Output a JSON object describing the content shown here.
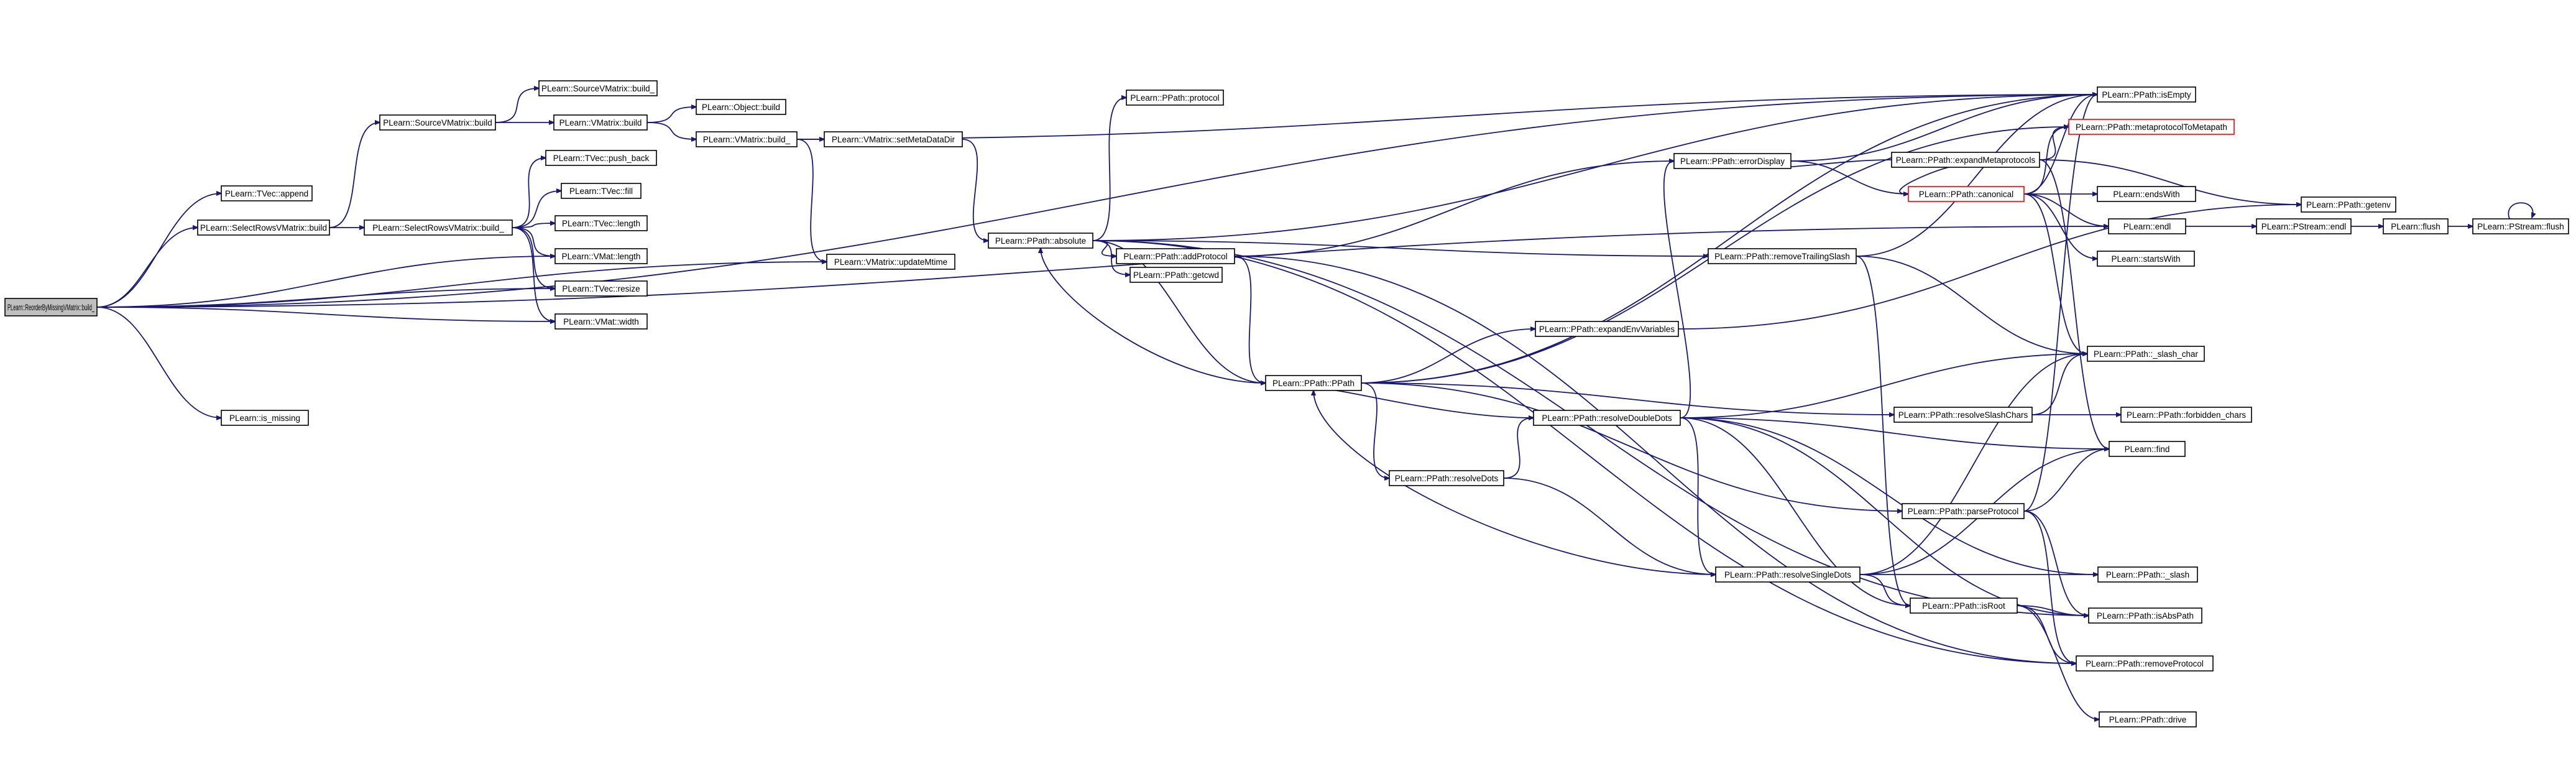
{
  "colors": {
    "edge": "#191970",
    "node_border": "#000000",
    "root_fill": "#bfbfbf",
    "highlight_border": "#ff0000",
    "background": "#ffffff"
  },
  "nodes": [
    {
      "id": "root",
      "label": "PLearn::ReorderByMissingVMatrix::build_",
      "root": true
    },
    {
      "id": "tvec_append",
      "label": "PLearn::TVec::append"
    },
    {
      "id": "selrows_build",
      "label": "PLearn::SelectRowsVMatrix::build"
    },
    {
      "id": "vmat_length",
      "label": "PLearn::VMat::length"
    },
    {
      "id": "tvec_resize",
      "label": "PLearn::TVec::resize"
    },
    {
      "id": "vmat_width",
      "label": "PLearn::VMat::width"
    },
    {
      "id": "is_missing",
      "label": "PLearn::is_missing"
    },
    {
      "id": "source_build",
      "label": "PLearn::SourceVMatrix::build"
    },
    {
      "id": "selrows_build_",
      "label": "PLearn::SelectRowsVMatrix::build_"
    },
    {
      "id": "source_build_",
      "label": "PLearn::SourceVMatrix::build_"
    },
    {
      "id": "vmatrix_build",
      "label": "PLearn::VMatrix::build"
    },
    {
      "id": "object_build",
      "label": "PLearn::Object::build"
    },
    {
      "id": "vmatrix_build_",
      "label": "PLearn::VMatrix::build_"
    },
    {
      "id": "tvec_push_back",
      "label": "PLearn::TVec::push_back"
    },
    {
      "id": "tvec_fill",
      "label": "PLearn::TVec::fill"
    },
    {
      "id": "tvec_length",
      "label": "PLearn::TVec::length"
    },
    {
      "id": "setmetadatadir",
      "label": "PLearn::VMatrix::setMetaDataDir"
    },
    {
      "id": "updatemtime",
      "label": "PLearn::VMatrix::updateMtime"
    },
    {
      "id": "absolute",
      "label": "PLearn::PPath::absolute"
    },
    {
      "id": "protocol",
      "label": "PLearn::PPath::protocol"
    },
    {
      "id": "addprotocol",
      "label": "PLearn::PPath::addProtocol"
    },
    {
      "id": "getcwd",
      "label": "PLearn::PPath::getcwd"
    },
    {
      "id": "ppath",
      "label": "PLearn::PPath::PPath"
    },
    {
      "id": "resolvedots",
      "label": "PLearn::PPath::resolveDots"
    },
    {
      "id": "resolvedoubledots",
      "label": "PLearn::PPath::resolveDoubleDots"
    },
    {
      "id": "resolvesingledots",
      "label": "PLearn::PPath::resolveSingleDots"
    },
    {
      "id": "expandenv",
      "label": "PLearn::PPath::expandEnvVariables"
    },
    {
      "id": "errordisplay",
      "label": "PLearn::PPath::errorDisplay"
    },
    {
      "id": "removetrailing",
      "label": "PLearn::PPath::removeTrailingSlash"
    },
    {
      "id": "expandmeta",
      "label": "PLearn::PPath::expandMetaprotocols"
    },
    {
      "id": "canonical",
      "label": "PLearn::PPath::canonical",
      "highlight": true
    },
    {
      "id": "resolveslash",
      "label": "PLearn::PPath::resolveSlashChars"
    },
    {
      "id": "parseprotocol",
      "label": "PLearn::PPath::parseProtocol"
    },
    {
      "id": "isroot",
      "label": "PLearn::PPath::isRoot"
    },
    {
      "id": "isempty",
      "label": "PLearn::PPath::isEmpty"
    },
    {
      "id": "meta2meta",
      "label": "PLearn::PPath::metaprotocolToMetapath",
      "highlight": true
    },
    {
      "id": "getenv",
      "label": "PLearn::PPath::getenv"
    },
    {
      "id": "endswith",
      "label": "PLearn::endsWith"
    },
    {
      "id": "endl",
      "label": "PLearn::endl"
    },
    {
      "id": "startswith",
      "label": "PLearn::startsWith"
    },
    {
      "id": "slash_char",
      "label": "PLearn::PPath::_slash_char"
    },
    {
      "id": "forbidden",
      "label": "PLearn::PPath::forbidden_chars"
    },
    {
      "id": "find",
      "label": "PLearn::find"
    },
    {
      "id": "slash",
      "label": "PLearn::PPath::_slash"
    },
    {
      "id": "isabspath",
      "label": "PLearn::PPath::isAbsPath"
    },
    {
      "id": "removeprotocol",
      "label": "PLearn::PPath::removeProtocol"
    },
    {
      "id": "drive",
      "label": "PLearn::PPath::drive"
    },
    {
      "id": "pstream_endl",
      "label": "PLearn::PStream::endl"
    },
    {
      "id": "flush",
      "label": "PLearn::flush"
    },
    {
      "id": "pstream_flush",
      "label": "PLearn::PStream::flush"
    }
  ],
  "edges": [
    [
      "root",
      "tvec_append"
    ],
    [
      "root",
      "selrows_build"
    ],
    [
      "root",
      "vmat_length"
    ],
    [
      "root",
      "tvec_resize"
    ],
    [
      "root",
      "vmat_width"
    ],
    [
      "root",
      "is_missing"
    ],
    [
      "root",
      "updatemtime"
    ],
    [
      "root",
      "isempty"
    ],
    [
      "root",
      "endl"
    ],
    [
      "selrows_build",
      "source_build"
    ],
    [
      "selrows_build",
      "selrows_build_"
    ],
    [
      "source_build",
      "source_build_"
    ],
    [
      "source_build",
      "vmatrix_build"
    ],
    [
      "vmatrix_build",
      "object_build"
    ],
    [
      "vmatrix_build",
      "vmatrix_build_"
    ],
    [
      "vmatrix_build_",
      "isempty"
    ],
    [
      "vmatrix_build_",
      "setmetadatadir"
    ],
    [
      "vmatrix_build_",
      "updatemtime"
    ],
    [
      "selrows_build_",
      "tvec_push_back"
    ],
    [
      "selrows_build_",
      "tvec_fill"
    ],
    [
      "selrows_build_",
      "tvec_length"
    ],
    [
      "selrows_build_",
      "vmat_length"
    ],
    [
      "selrows_build_",
      "tvec_resize"
    ],
    [
      "selrows_build_",
      "vmat_width"
    ],
    [
      "setmetadatadir",
      "absolute"
    ],
    [
      "absolute",
      "protocol"
    ],
    [
      "absolute",
      "isempty"
    ],
    [
      "absolute",
      "addprotocol"
    ],
    [
      "absolute",
      "getcwd"
    ],
    [
      "absolute",
      "ppath"
    ],
    [
      "absolute",
      "removetrailing"
    ],
    [
      "absolute",
      "isabspath"
    ],
    [
      "absolute",
      "removeprotocol"
    ],
    [
      "addprotocol",
      "errordisplay"
    ],
    [
      "addprotocol",
      "ppath"
    ],
    [
      "addprotocol",
      "removeprotocol"
    ],
    [
      "ppath",
      "isempty"
    ],
    [
      "ppath",
      "expandenv"
    ],
    [
      "ppath",
      "resolveslash"
    ],
    [
      "ppath",
      "resolvedots"
    ],
    [
      "ppath",
      "parseprotocol"
    ],
    [
      "ppath",
      "absolute"
    ],
    [
      "ppath",
      "meta2meta"
    ],
    [
      "resolvedots",
      "resolvedoubledots"
    ],
    [
      "resolvedots",
      "resolvesingledots"
    ],
    [
      "resolvedoubledots",
      "errordisplay"
    ],
    [
      "resolvedoubledots",
      "slash_char"
    ],
    [
      "resolvedoubledots",
      "find"
    ],
    [
      "resolvedoubledots",
      "slash"
    ],
    [
      "resolvedoubledots",
      "isabspath"
    ],
    [
      "resolvedoubledots",
      "isroot"
    ],
    [
      "resolvedoubledots",
      "resolvesingledots"
    ],
    [
      "resolvedoubledots",
      "ppath"
    ],
    [
      "resolvesingledots",
      "slash_char"
    ],
    [
      "resolvesingledots",
      "find"
    ],
    [
      "resolvesingledots",
      "slash"
    ],
    [
      "resolvesingledots",
      "isroot"
    ],
    [
      "resolvesingledots",
      "ppath"
    ],
    [
      "expandenv",
      "getenv"
    ],
    [
      "errordisplay",
      "canonical"
    ],
    [
      "errordisplay",
      "isempty"
    ],
    [
      "removetrailing",
      "isempty"
    ],
    [
      "removetrailing",
      "slash_char"
    ],
    [
      "removetrailing",
      "isroot"
    ],
    [
      "expandmeta",
      "meta2meta"
    ],
    [
      "expandmeta",
      "getenv"
    ],
    [
      "expandmeta",
      "find"
    ],
    [
      "expandmeta",
      "errordisplay"
    ],
    [
      "canonical",
      "expandmeta"
    ],
    [
      "canonical",
      "endswith"
    ],
    [
      "canonical",
      "endl"
    ],
    [
      "canonical",
      "startswith"
    ],
    [
      "canonical",
      "slash_char"
    ],
    [
      "canonical",
      "isempty"
    ],
    [
      "canonical",
      "meta2meta"
    ],
    [
      "resolveslash",
      "slash_char"
    ],
    [
      "resolveslash",
      "forbidden"
    ],
    [
      "parseprotocol",
      "isempty"
    ],
    [
      "parseprotocol",
      "find"
    ],
    [
      "parseprotocol",
      "isabspath"
    ],
    [
      "parseprotocol",
      "removeprotocol"
    ],
    [
      "isroot",
      "isabspath"
    ],
    [
      "isroot",
      "drive"
    ],
    [
      "isroot",
      "removeprotocol"
    ],
    [
      "endl",
      "pstream_endl"
    ],
    [
      "pstream_endl",
      "flush"
    ],
    [
      "flush",
      "pstream_flush"
    ],
    [
      "pstream_flush",
      "pstream_flush"
    ]
  ]
}
